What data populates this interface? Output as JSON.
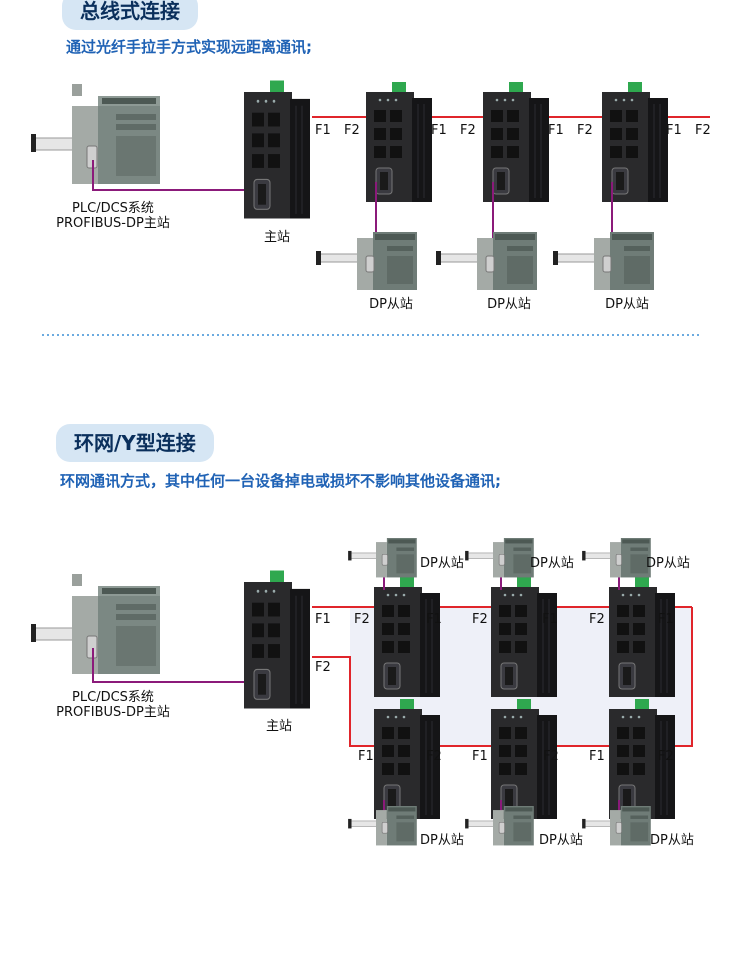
{
  "bus": {
    "title": "总线式连接",
    "subtitle": "通过光纤手拉手方式实现远距离通讯;",
    "master_label": "主站",
    "plc_line1": "PLC/DCS系统",
    "plc_line2": "PROFIBUS-DP主站",
    "port_labels": [
      "F1",
      "F2",
      "F1",
      "F2",
      "F1",
      "F2",
      "F1",
      "F2"
    ],
    "slave_labels": [
      "DP从站",
      "DP从站",
      "DP从站"
    ]
  },
  "ring": {
    "title": "环网/Y型连接",
    "subtitle": "环网通讯方式，其中任何一台设备掉电或损坏不影响其他设备通讯;",
    "master_label": "主站",
    "plc_line1": "PLC/DCS系统",
    "plc_line2": "PROFIBUS-DP主站",
    "master_ports": [
      "F1",
      "F2"
    ],
    "top_row_ports": [
      "F2",
      "F1",
      "F2",
      "F1",
      "F2",
      "F1"
    ],
    "bottom_row_ports": [
      "F1",
      "F2",
      "F1",
      "F2",
      "F1",
      "F2"
    ],
    "top_slave_labels": [
      "DP从站",
      "DP从站",
      "DP从站"
    ],
    "bottom_slave_labels": [
      "DP从站",
      "DP从站",
      "DP从站"
    ]
  },
  "colors": {
    "fiber": "#e0252b",
    "bus_cable": "#8b1a7a",
    "pill_bg": "#d6e6f4",
    "subtitle": "#1f62b5",
    "divider": "#3a8fd6",
    "ring_fill": "#eef0f8"
  }
}
